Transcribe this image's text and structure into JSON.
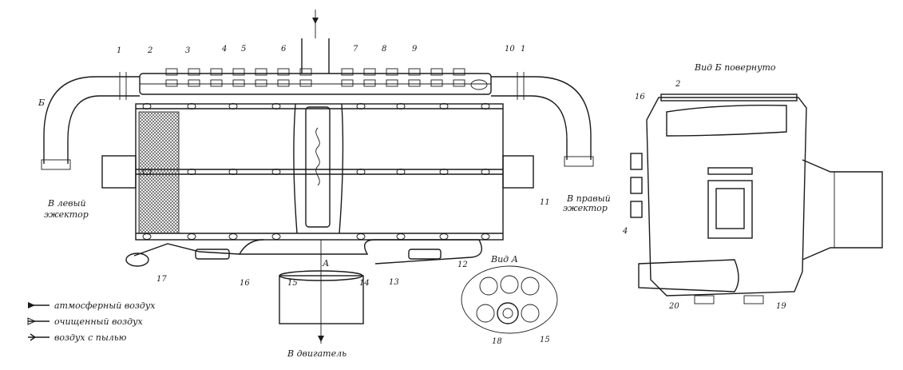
{
  "labels": {
    "view_b": "Вид Б повернуто",
    "view_a": "Вид А",
    "to_left": "В левый",
    "ejector_left": "эжектор",
    "to_right": "В правый",
    "ejector_right": "эжектор",
    "to_engine": "В двигатель",
    "arrow_a": "А",
    "arrow_b": "Б"
  },
  "legend": [
    {
      "text": "атмосферный воздух"
    },
    {
      "text": "очищенный воздух"
    },
    {
      "text": "воздух с пылью"
    }
  ],
  "callouts": [
    "1",
    "2",
    "3",
    "4",
    "5",
    "6",
    "7",
    "8",
    "9",
    "10",
    "1",
    "11",
    "12",
    "13",
    "14",
    "15",
    "16",
    "17",
    "2",
    "16",
    "4",
    "20",
    "19",
    "18",
    "15"
  ]
}
